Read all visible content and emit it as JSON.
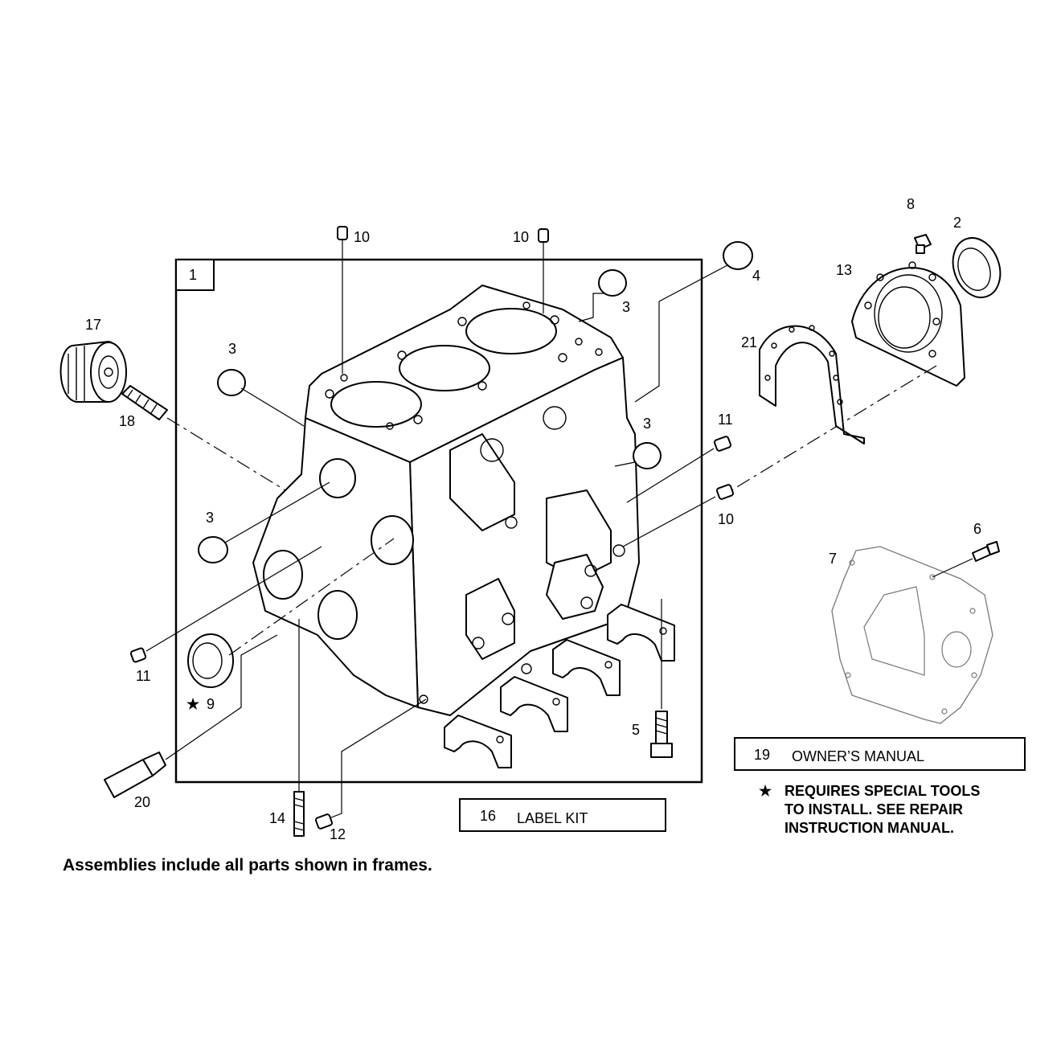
{
  "frame_main": {
    "number": "1"
  },
  "callouts": {
    "p10a": "10",
    "p10b": "10",
    "p10c": "10",
    "p2": "2",
    "p8": "8",
    "p13": "13",
    "p4": "4",
    "p3a": "3",
    "p3b": "3",
    "p3c": "3",
    "p3d": "3",
    "p17": "17",
    "p18": "18",
    "p21": "21",
    "p11a": "11",
    "p11b": "11",
    "p6": "6",
    "p7": "7",
    "p5": "5",
    "p9": "9",
    "p20": "20",
    "p14": "14",
    "p12": "12"
  },
  "boxes": {
    "manual_num": "19",
    "manual_text": "OWNER’S MANUAL",
    "label_num": "16",
    "label_text": "LABEL KIT"
  },
  "note": {
    "line1": "REQUIRES SPECIAL TOOLS",
    "line2": "TO INSTALL.  SEE REPAIR",
    "line3": "INSTRUCTION MANUAL."
  },
  "footer": "Assemblies include all parts shown in frames."
}
